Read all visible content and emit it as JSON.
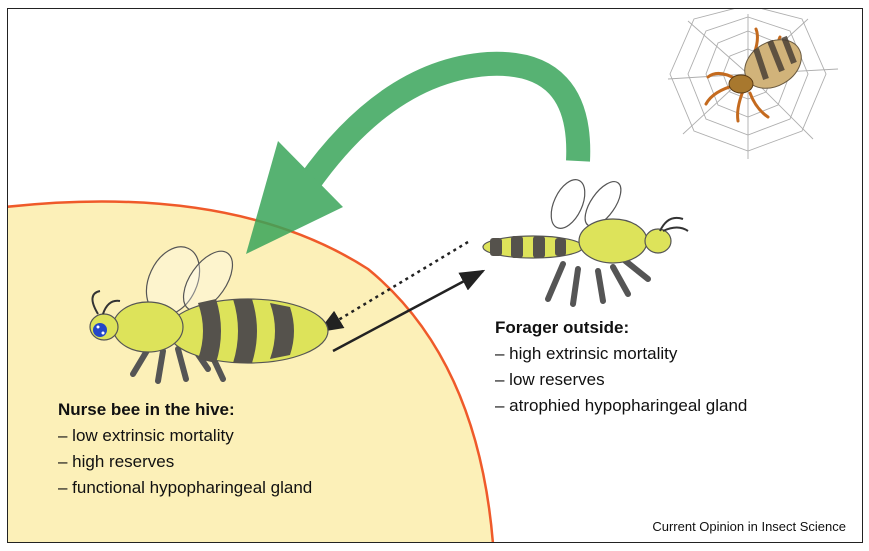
{
  "nurse": {
    "title": "Nurse bee in the hive:",
    "traits": [
      "– low extrinsic mortality",
      "– high reserves",
      "– functional hypopharingeal gland"
    ]
  },
  "forager": {
    "title": "Forager outside:",
    "traits": [
      "– high extrinsic mortality",
      "– low reserves",
      "– atrophied hypopharingeal gland"
    ]
  },
  "credit": "Current Opinion in Insect Science",
  "colors": {
    "hive_fill": "#fcf0b8",
    "hive_edge": "#ef5a2a",
    "arrow_green": "#3aa55a",
    "bee_yellow": "#dde35a",
    "bee_stripe": "#55524c",
    "spider_body": "#c8a86a",
    "spider_legs": "#c46a1e"
  },
  "icons": [
    "nurse-bee-icon",
    "forager-bee-icon",
    "spider-icon",
    "spider-web-icon",
    "return-arrow-icon"
  ]
}
